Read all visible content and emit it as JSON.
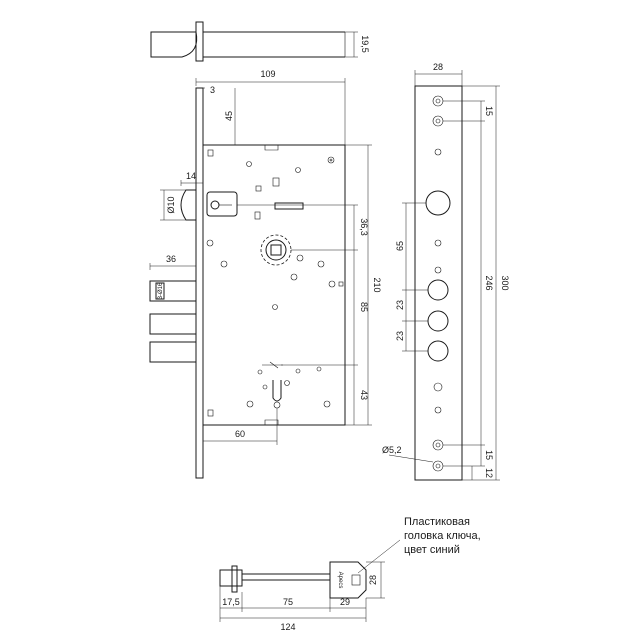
{
  "dimensions": {
    "top_bolt_thickness": "19,5",
    "total_width": "109",
    "faceplate_thickness": "3",
    "top_offset": "45",
    "latch_size": "14",
    "latch_dia": "Ø10",
    "cylinder_center": "36,3",
    "bolt_projection": "36",
    "bolt_dia": "3-Ø16",
    "case_height": "210",
    "handle_to_key": "85",
    "key_offset": "43",
    "backset": "60",
    "plate_width": "28",
    "plate_top_hole": "15",
    "plate_inner": "246",
    "plate_total": "300",
    "plate_65": "65",
    "plate_23a": "23",
    "plate_23b": "23",
    "plate_hole_dia": "Ø5,2",
    "plate_bottom_15": "15",
    "plate_bottom_12": "12",
    "key_17_5": "17,5",
    "key_75": "75",
    "key_29": "29",
    "key_124": "124",
    "key_height": "28"
  },
  "key_brand": "Apecs",
  "note": {
    "line1": "Пластиковая",
    "line2": "головка ключа,",
    "line3": "цвет синий"
  }
}
